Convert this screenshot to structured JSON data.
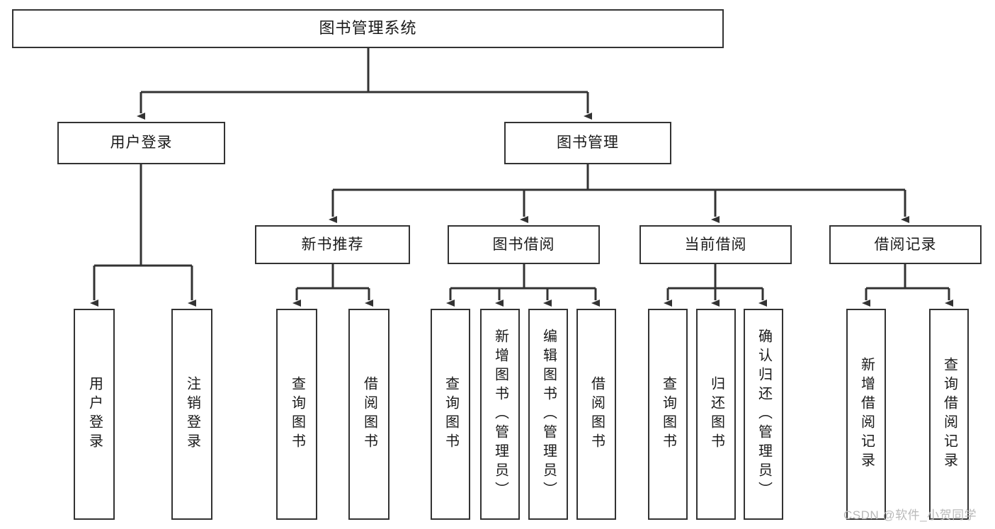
{
  "diagram": {
    "title": "图书管理系统",
    "type": "hierarchy-tree",
    "watermark": "CSDN @软件_小贺同学",
    "colors": {
      "border": "#333333",
      "background": "#ffffff",
      "text": "#1a1a1a",
      "watermark": "#b9b9b9"
    },
    "levels": {
      "root": "图书管理系统",
      "level1": [
        "用户登录",
        "图书管理"
      ],
      "level2": [
        "新书推荐",
        "图书借阅",
        "当前借阅",
        "借阅记录"
      ]
    },
    "nodes": {
      "root": {
        "label": "图书管理系统"
      },
      "user_login": {
        "label": "用户登录"
      },
      "book_manage": {
        "label": "图书管理"
      },
      "new_book_rec": {
        "label": "新书推荐"
      },
      "book_borrow": {
        "label": "图书借阅"
      },
      "current_borrow": {
        "label": "当前借阅"
      },
      "borrow_record": {
        "label": "借阅记录"
      },
      "leaf_user_login": {
        "label": "用户登录"
      },
      "leaf_logout": {
        "label": "注销登录"
      },
      "leaf_query_book_1": {
        "label": "查询图书"
      },
      "leaf_borrow_book_1": {
        "label": "借阅图书"
      },
      "leaf_query_book_2": {
        "label": "查询图书"
      },
      "leaf_add_book": {
        "label": "新增图书（管理员）"
      },
      "leaf_edit_book": {
        "label": "编辑图书（管理员）"
      },
      "leaf_borrow_book_2": {
        "label": "借阅图书"
      },
      "leaf_query_book_3": {
        "label": "查询图书"
      },
      "leaf_return_book": {
        "label": "归还图书"
      },
      "leaf_confirm_return": {
        "label": "确认归还（管理员）"
      },
      "leaf_add_record": {
        "label": "新增借阅记录"
      },
      "leaf_query_record": {
        "label": "查询借阅记录"
      }
    },
    "edges": [
      {
        "from": "root",
        "to": "user_login"
      },
      {
        "from": "root",
        "to": "book_manage"
      },
      {
        "from": "user_login",
        "to": "leaf_user_login"
      },
      {
        "from": "user_login",
        "to": "leaf_logout"
      },
      {
        "from": "book_manage",
        "to": "new_book_rec"
      },
      {
        "from": "book_manage",
        "to": "book_borrow"
      },
      {
        "from": "book_manage",
        "to": "current_borrow"
      },
      {
        "from": "book_manage",
        "to": "borrow_record"
      },
      {
        "from": "new_book_rec",
        "to": "leaf_query_book_1"
      },
      {
        "from": "new_book_rec",
        "to": "leaf_borrow_book_1"
      },
      {
        "from": "book_borrow",
        "to": "leaf_query_book_2"
      },
      {
        "from": "book_borrow",
        "to": "leaf_add_book"
      },
      {
        "from": "book_borrow",
        "to": "leaf_edit_book"
      },
      {
        "from": "book_borrow",
        "to": "leaf_borrow_book_2"
      },
      {
        "from": "current_borrow",
        "to": "leaf_query_book_3"
      },
      {
        "from": "current_borrow",
        "to": "leaf_return_book"
      },
      {
        "from": "current_borrow",
        "to": "leaf_confirm_return"
      },
      {
        "from": "borrow_record",
        "to": "leaf_add_record"
      },
      {
        "from": "borrow_record",
        "to": "leaf_query_record"
      }
    ]
  }
}
